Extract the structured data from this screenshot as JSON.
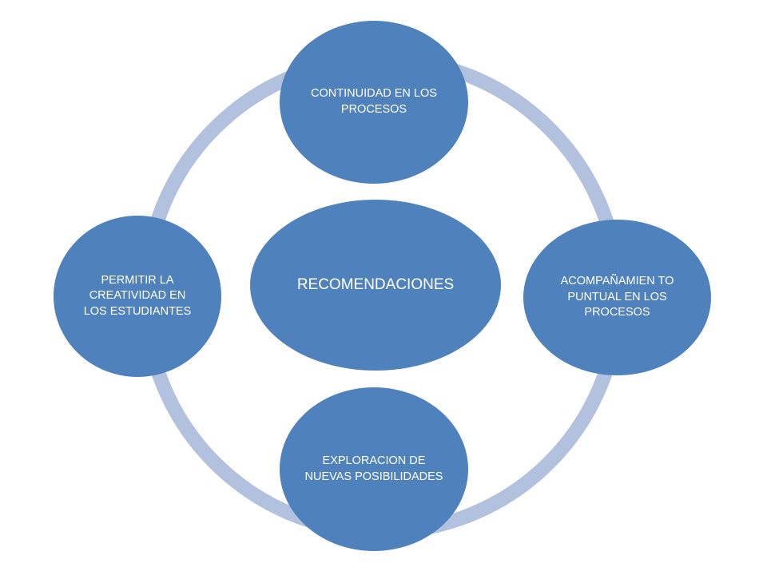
{
  "colors": {
    "node_fill": "#4F81BD",
    "ring_stroke": "#B1C1DE",
    "node_text": "#FFFFFF",
    "background": "#FFFFFF"
  },
  "center": {
    "label": "RECOMENDACIONES"
  },
  "nodes": {
    "top": "CONTINUIDAD EN LOS PROCESOS",
    "right": "ACOMPAÑAMIEN TO PUNTUAL EN LOS PROCESOS",
    "bottom": "EXPLORACION DE NUEVAS POSIBILIDADES",
    "left": "PERMITIR LA CREATIVIDAD EN LOS ESTUDIANTES"
  }
}
